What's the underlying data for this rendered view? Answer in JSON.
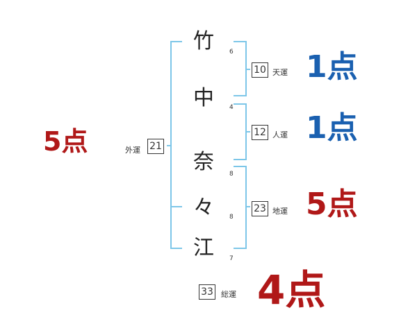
{
  "name_chars": [
    {
      "char": "竹",
      "strokes": "6"
    },
    {
      "char": "中",
      "strokes": "4"
    },
    {
      "char": "奈",
      "strokes": "8"
    },
    {
      "char": "々",
      "strokes": "8"
    },
    {
      "char": "江",
      "strokes": "7"
    }
  ],
  "fortunes": {
    "ten": {
      "value": "10",
      "label": "天運",
      "score": "1点"
    },
    "jin": {
      "value": "12",
      "label": "人運",
      "score": "1点"
    },
    "chi": {
      "value": "23",
      "label": "地運",
      "score": "5点"
    },
    "gai": {
      "value": "21",
      "label": "外運",
      "score": "5点"
    },
    "sou": {
      "value": "33",
      "label": "総運",
      "score": "4点"
    }
  },
  "colors": {
    "bracket": "#7cc6e8",
    "good": "#1a60b0",
    "bad": "#b01818"
  }
}
